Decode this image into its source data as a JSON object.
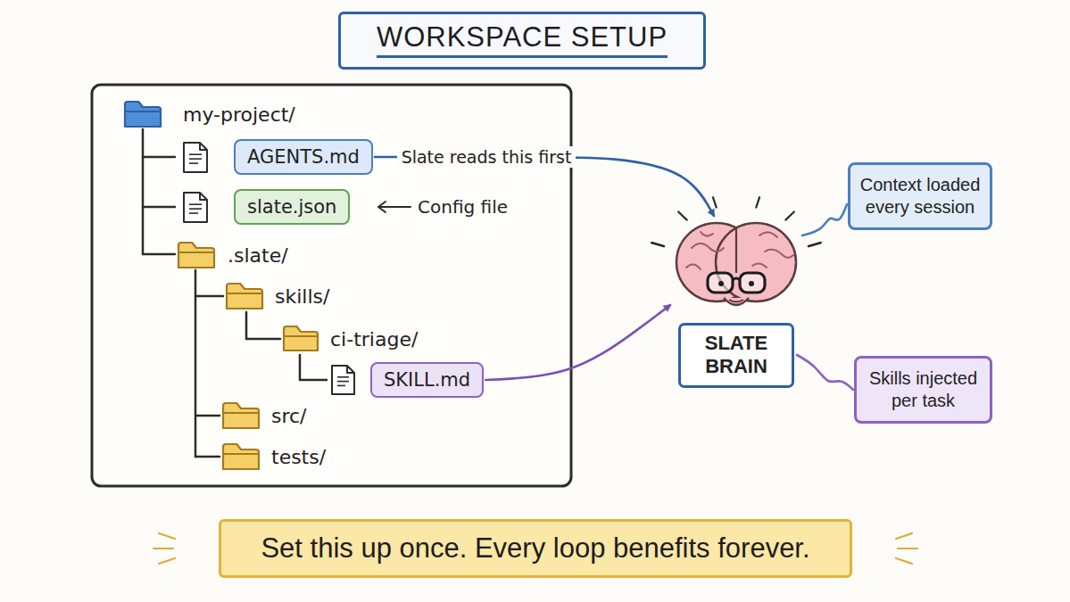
{
  "diagram": {
    "title": "WORKSPACE SETUP",
    "caption": "Set this up once. Every loop benefits forever.",
    "nodes": [
      {
        "text": [
          "AGENTS.md"
        ]
      },
      {
        "text": [
          "slate.json"
        ]
      },
      {
        "text": [
          "SKILL.md"
        ]
      },
      {
        "text": [
          "SLATE BRAIN"
        ]
      },
      {
        "text": [
          "Context loaded every session"
        ]
      },
      {
        "text": [
          "Skills injected per task"
        ]
      }
    ],
    "edges": [
      {
        "from": 0,
        "to": 3,
        "arrow": "to",
        "label": "Slate reads this first"
      },
      {
        "from": 2,
        "to": 3,
        "arrow": "to"
      },
      {
        "from": 3,
        "to": 4,
        "arrow": "none"
      },
      {
        "from": 3,
        "to": 5,
        "arrow": "none"
      }
    ],
    "labels": [
      "my-project/",
      ".slate/",
      "skills/",
      "ci-triage/",
      "src/",
      "tests/",
      "Config file"
    ]
  }
}
